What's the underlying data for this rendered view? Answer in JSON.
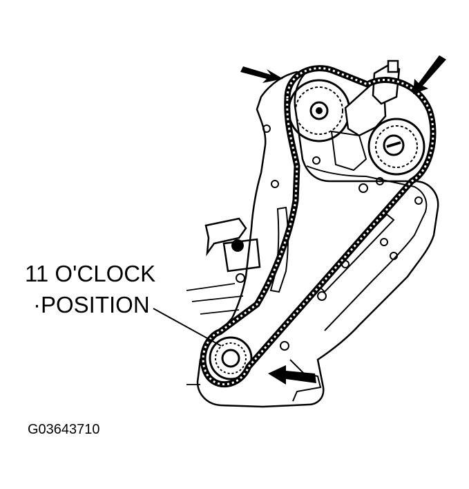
{
  "callout": {
    "line1": "11 O'CLOCK",
    "line2": "·POSITION"
  },
  "figure_id": "G03643710",
  "colors": {
    "ink": "#000000",
    "paper": "#ffffff"
  },
  "icons": [
    "arrow-icon"
  ]
}
